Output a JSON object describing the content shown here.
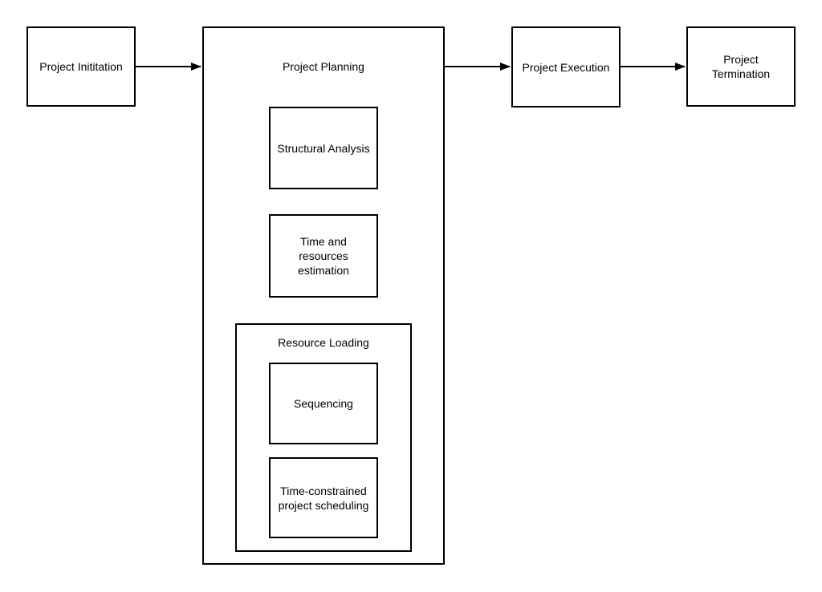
{
  "diagram": {
    "colors": {
      "border": "#000000",
      "background": "#ffffff",
      "text": "#000000",
      "arrow": "#000000"
    },
    "nodes": {
      "initiation": {
        "label": "Project Inititation"
      },
      "planning": {
        "label": "Project Planning"
      },
      "structural_analysis": {
        "label": "Structural Analysis"
      },
      "time_resources_estimation": {
        "label": "Time and resources estimation"
      },
      "resource_loading": {
        "label": "Resource Loading"
      },
      "sequencing": {
        "label": "Sequencing"
      },
      "time_constrained_scheduling": {
        "label": "Time-constrained project scheduling"
      },
      "execution": {
        "label": "Project Execution"
      },
      "termination": {
        "label": "Project Termination"
      }
    },
    "edges": [
      {
        "from": "Project Inititation",
        "to": "Project Planning"
      },
      {
        "from": "Project Planning",
        "to": "Project Execution"
      },
      {
        "from": "Project Execution",
        "to": "Project Termination"
      }
    ]
  }
}
